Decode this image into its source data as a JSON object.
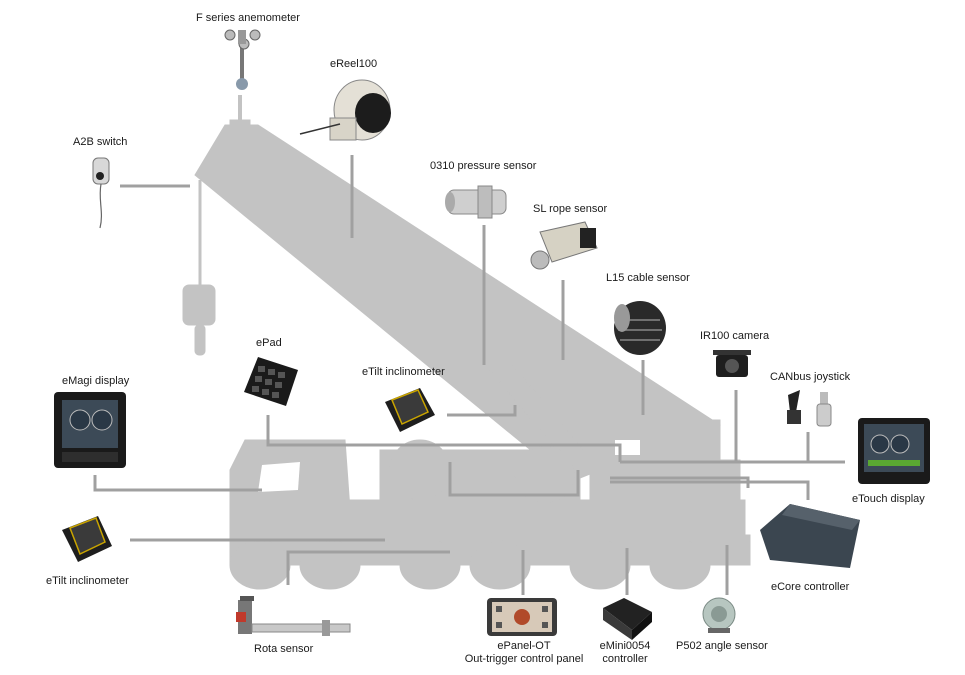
{
  "diagram": {
    "components": [
      {
        "id": "anemometer",
        "label": "F series anemometer",
        "icon": "anemometer-icon"
      },
      {
        "id": "ereel",
        "label": "eReel100",
        "icon": "cable-reel-icon"
      },
      {
        "id": "a2b",
        "label": "A2B switch",
        "icon": "a2b-switch-icon"
      },
      {
        "id": "pressure",
        "label": "0310 pressure sensor",
        "icon": "pressure-sensor-icon"
      },
      {
        "id": "rope",
        "label": "SL rope sensor",
        "icon": "rope-sensor-icon"
      },
      {
        "id": "l15",
        "label": "L15 cable sensor",
        "icon": "cable-sensor-icon"
      },
      {
        "id": "camera",
        "label": "IR100 camera",
        "icon": "camera-icon"
      },
      {
        "id": "joystick",
        "label": "CANbus joystick",
        "icon": "joystick-icon"
      },
      {
        "id": "epad",
        "label": "ePad",
        "icon": "keypad-icon"
      },
      {
        "id": "etilt_top",
        "label": "eTilt inclinometer",
        "icon": "inclinometer-icon"
      },
      {
        "id": "emagi",
        "label": "eMagi display",
        "icon": "display-icon"
      },
      {
        "id": "etouch",
        "label": "eTouch display",
        "icon": "display-icon"
      },
      {
        "id": "etilt_left",
        "label": "eTilt inclinometer",
        "icon": "inclinometer-icon"
      },
      {
        "id": "ecore",
        "label": "eCore controller",
        "icon": "controller-icon"
      },
      {
        "id": "rota",
        "label": "Rota sensor",
        "icon": "rota-sensor-icon"
      },
      {
        "id": "epanel",
        "label": "ePanel-OT",
        "label2": "Out-trigger control panel",
        "icon": "control-panel-icon"
      },
      {
        "id": "emini",
        "label": "eMini0054",
        "label2": "controller",
        "icon": "controller-icon"
      },
      {
        "id": "p502",
        "label": "P502 angle sensor",
        "icon": "angle-sensor-icon"
      }
    ]
  }
}
